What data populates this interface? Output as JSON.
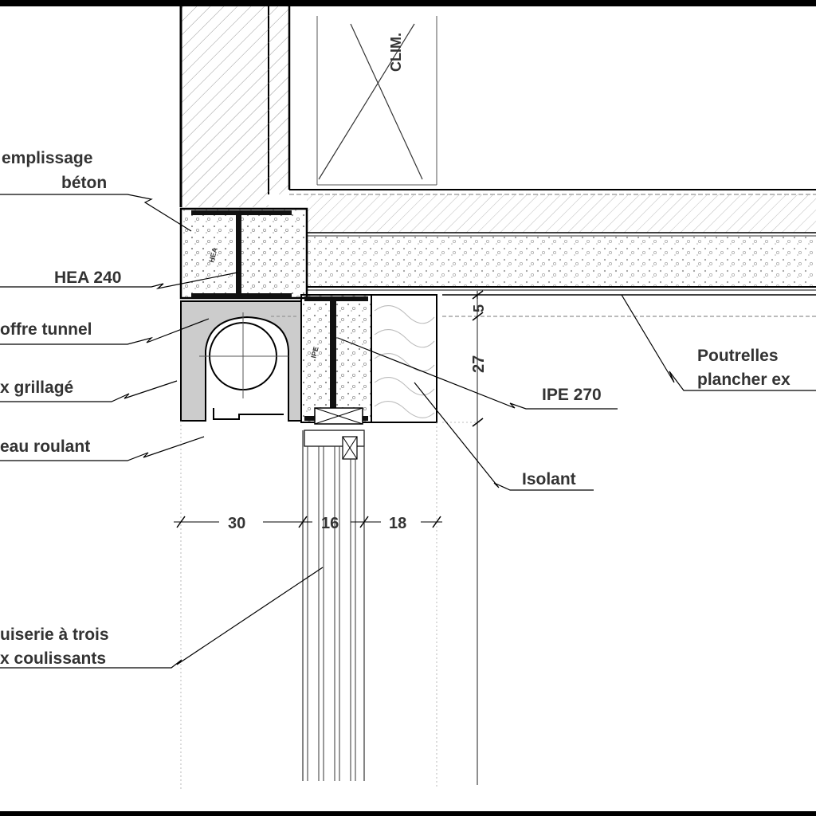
{
  "labels": {
    "remplissage_line1": "emplissage",
    "remplissage_line2": "béton",
    "hea": "HEA 240",
    "coffre": "offre tunnel",
    "grillage": "x grillagé",
    "rideau": "eau roulant",
    "ipe": "IPE 270",
    "isolant": "Isolant",
    "poutrelles_line1": "Poutrelles",
    "poutrelles_line2": "plancher ex",
    "menuiserie_line1": "uiserie à trois",
    "menuiserie_line2": "x coulissants"
  },
  "dimensions": {
    "d30": "30",
    "d16": "16",
    "d18": "18",
    "d5": "5",
    "d27": "27"
  },
  "inner_labels": {
    "clim": "CLIM.",
    "hea_small": "HEA",
    "ipe_small": "IPE"
  }
}
